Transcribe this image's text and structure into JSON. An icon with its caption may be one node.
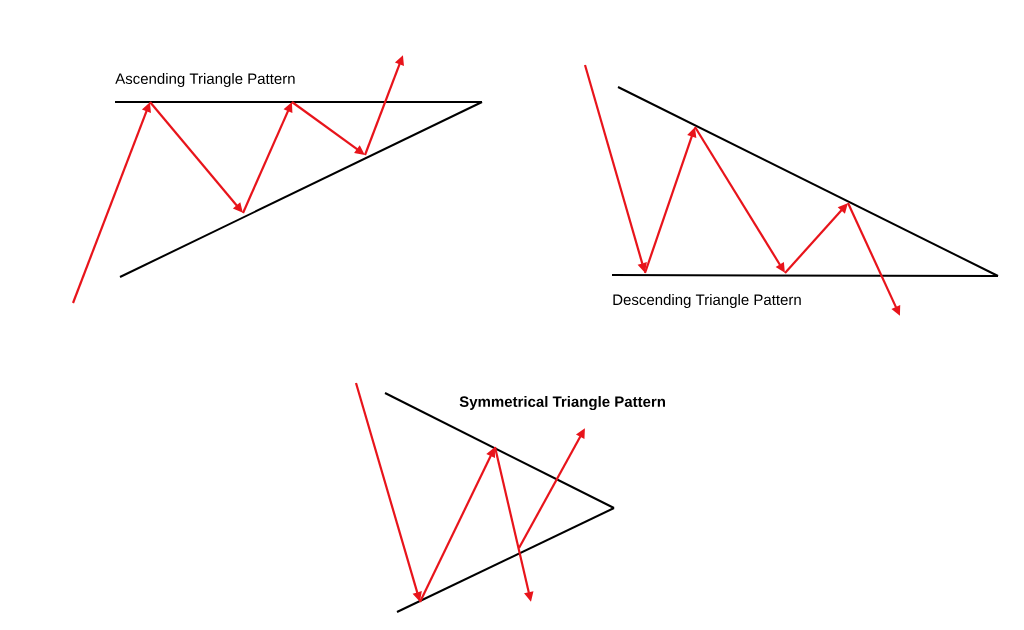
{
  "diagram": {
    "labels": [
      "Ascending Triangle Pattern",
      "Descending Triangle Pattern",
      "Symmetrical Triangle Pattern"
    ]
  }
}
